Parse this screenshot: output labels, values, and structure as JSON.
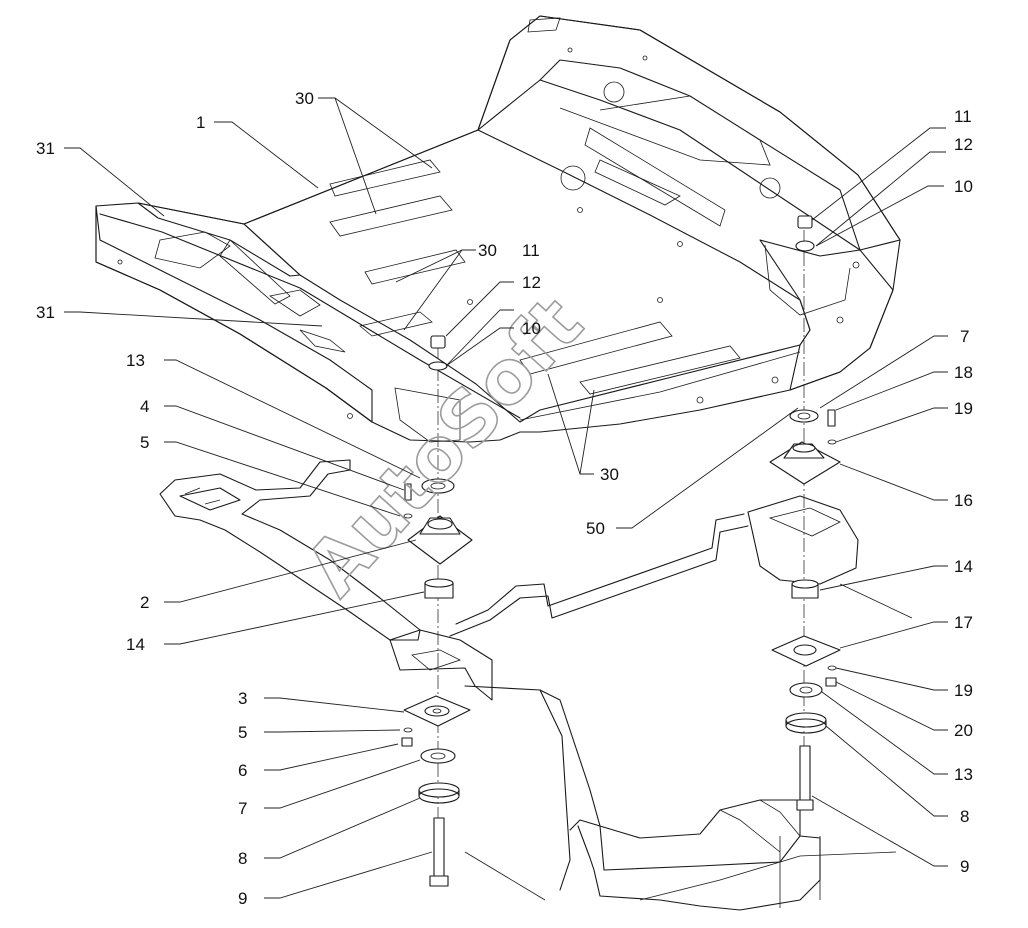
{
  "watermark": "AutoSoft",
  "callouts": {
    "c1": "1",
    "c30a": "30",
    "c31a": "31",
    "c11a": "11",
    "c12a": "12",
    "c10a": "10",
    "c30b": "30",
    "c11b": "11",
    "c12b": "12",
    "c31b": "31",
    "c10b": "10",
    "c13a": "13",
    "c4": "4",
    "c5a": "5",
    "c2": "2",
    "c14a": "14",
    "c3": "3",
    "c5b": "5",
    "c6": "6",
    "c7a": "7",
    "c8a": "8",
    "c9a": "9",
    "c50": "50",
    "c30c": "30",
    "c7b": "7",
    "c18": "18",
    "c19a": "19",
    "c16": "16",
    "c14b": "14",
    "c17": "17",
    "c19b": "19",
    "c20": "20",
    "c13b": "13",
    "c8b": "8",
    "c9b": "9"
  }
}
